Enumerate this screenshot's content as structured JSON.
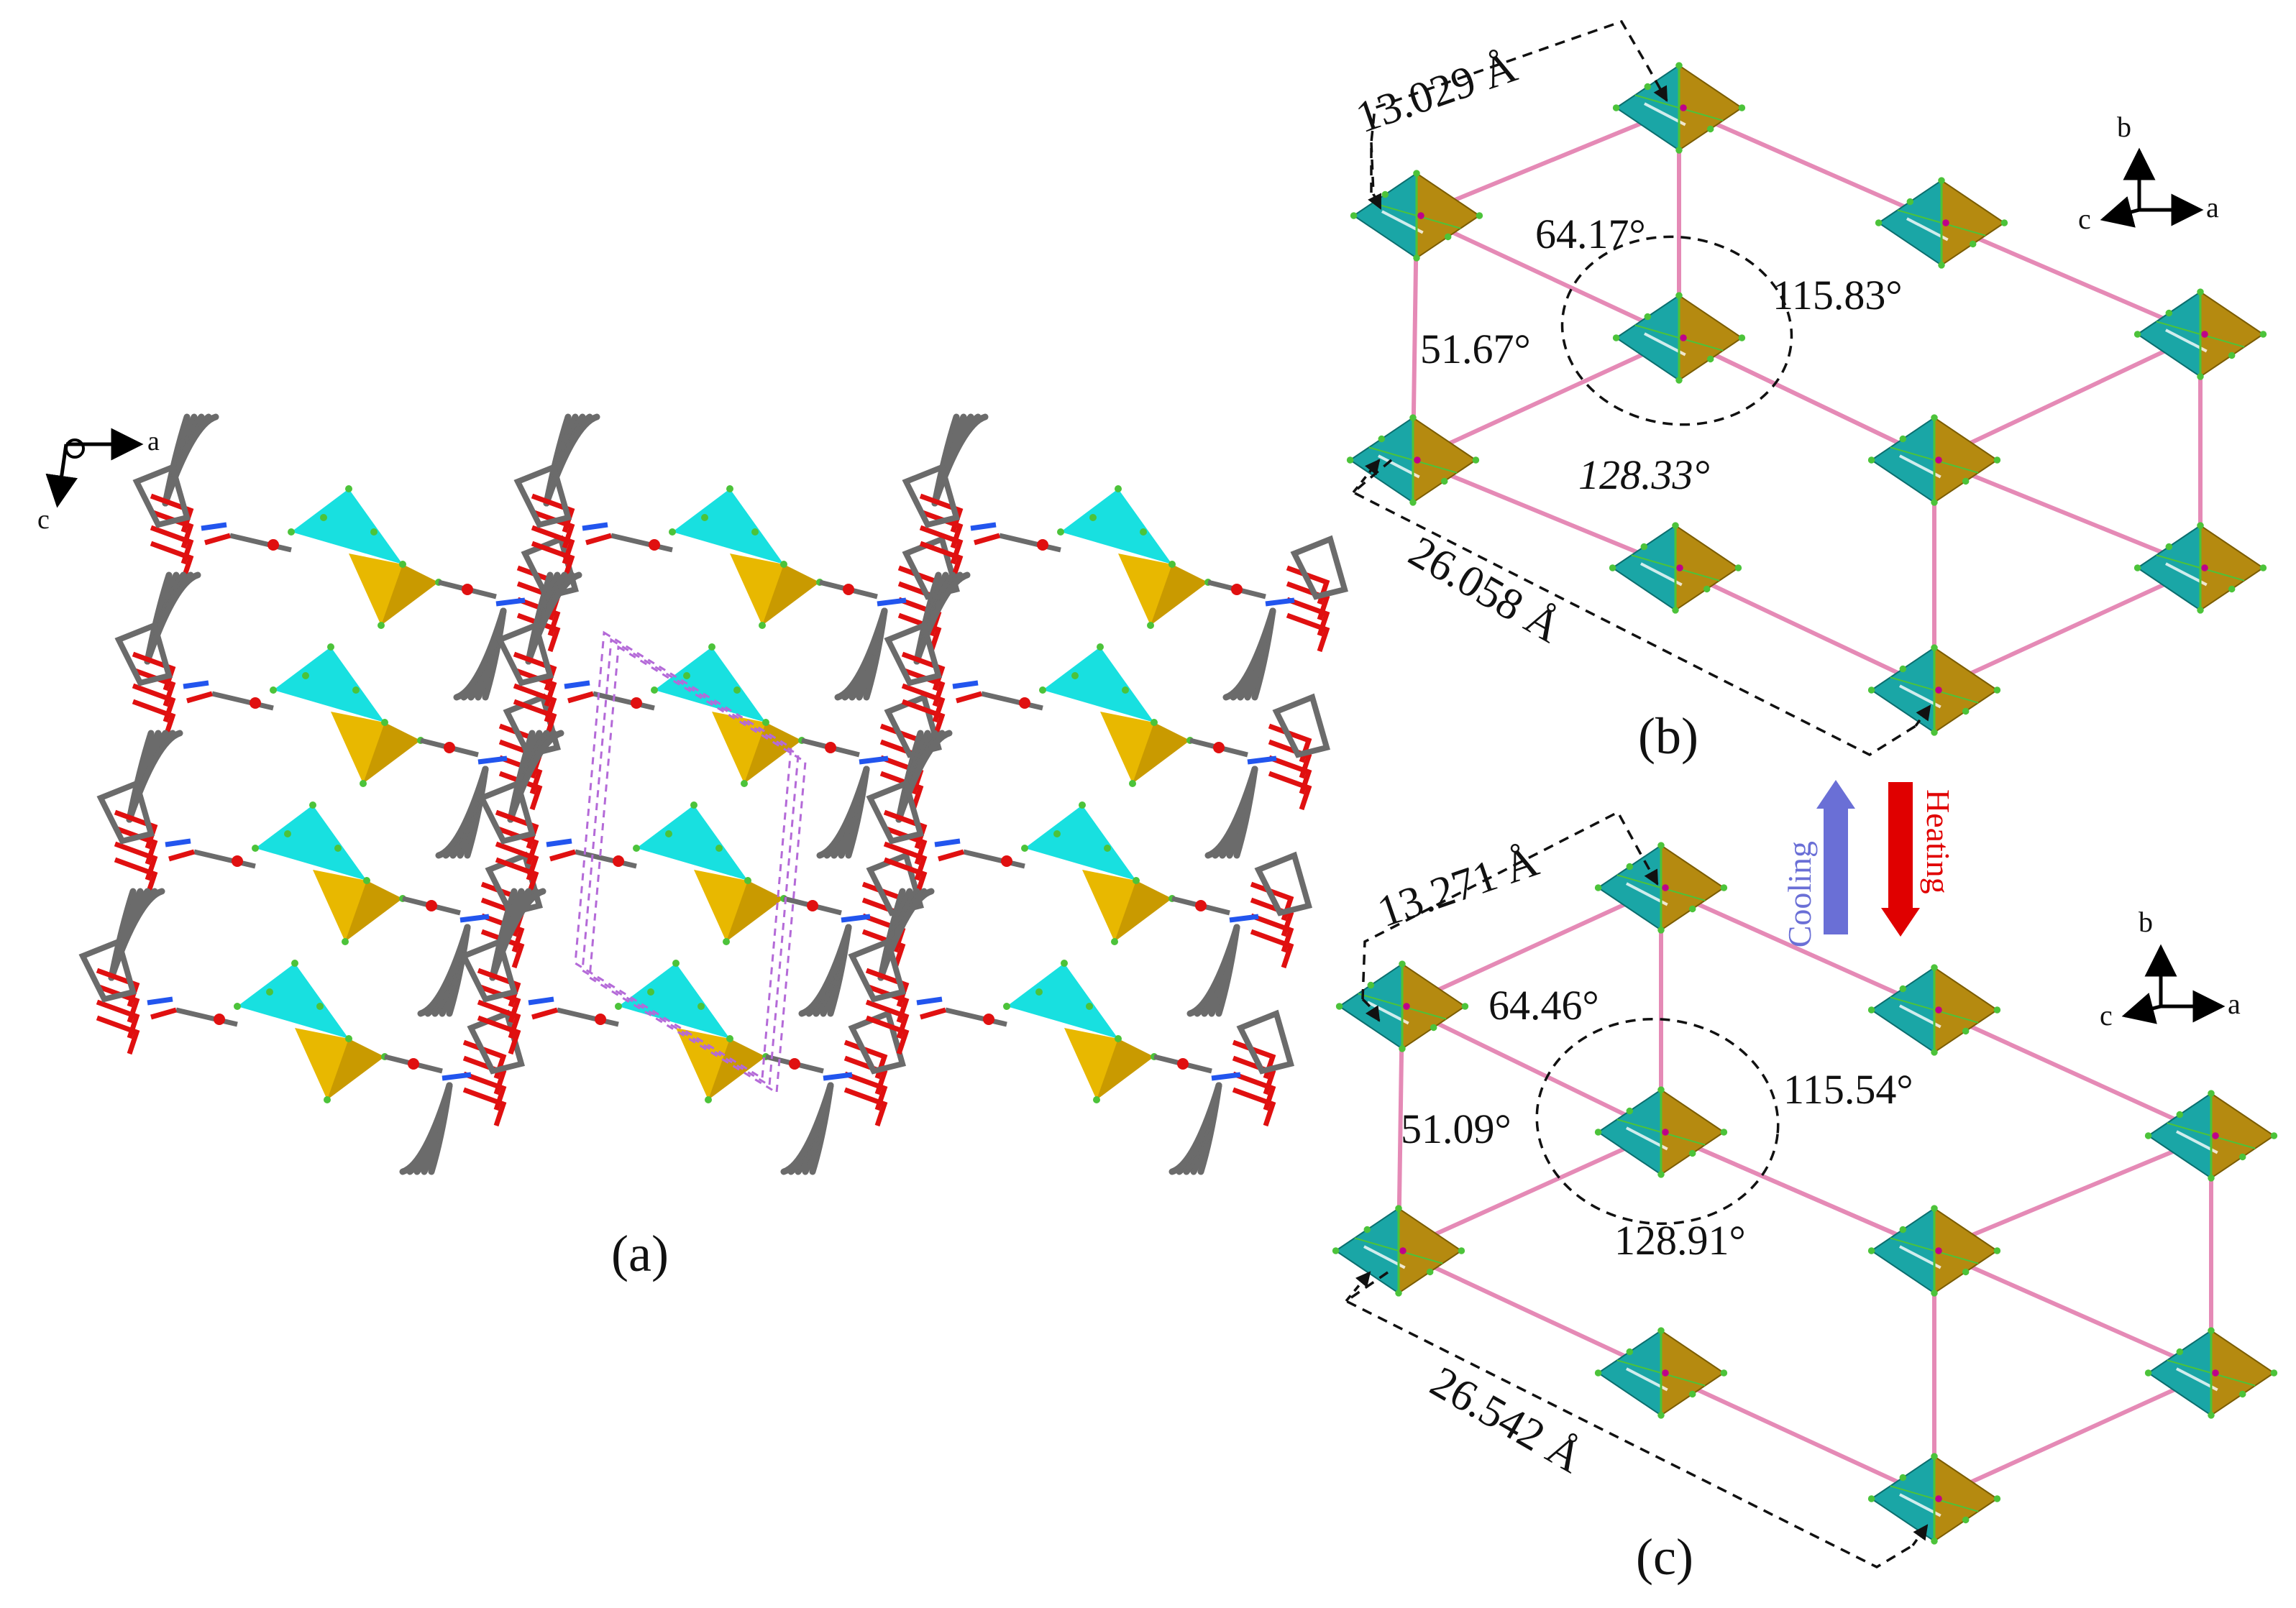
{
  "panels": {
    "a": {
      "caption": "(a)",
      "axes": {
        "x": "a",
        "y": "c"
      }
    },
    "b": {
      "caption": "(b)",
      "axes": {
        "x": "a",
        "y": "b",
        "z": "c"
      },
      "length_short": "13.029 Å",
      "length_long": "26.058 Å",
      "angle_top": "64.17°",
      "angle_right": "115.83°",
      "angle_left": "51.67°",
      "angle_bottom": "128.33°"
    },
    "c": {
      "caption": "(c)",
      "axes": {
        "x": "a",
        "y": "b",
        "z": "c"
      },
      "length_short": "13.271 Å",
      "length_long": "26.542 Å",
      "angle_top": "64.46°",
      "angle_right": "115.54°",
      "angle_left": "51.09°",
      "angle_bottom": "128.91°"
    }
  },
  "transition": {
    "cooling_label": "Cooling",
    "heating_label": "Heating",
    "cooling_color": "#6a6fd6",
    "heating_color": "#e00000"
  },
  "colors": {
    "net_link": "#e58ab6",
    "node_teal": "#1aa6a6",
    "node_gold": "#b58a10",
    "node_green": "#4cc33a",
    "ligand_gray": "#6b6b6b",
    "ligand_red": "#e01010",
    "cyan_face": "#18e0e0",
    "yellow_face": "#e8b800",
    "hbond_purple": "#b46ad8",
    "blue_bond": "#2255ee"
  }
}
